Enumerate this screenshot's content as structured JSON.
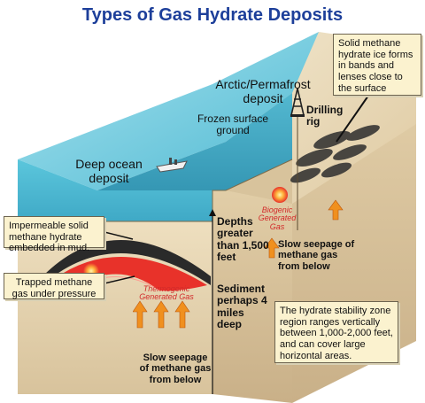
{
  "title": "Types of Gas Hydrate Deposits",
  "labels": {
    "arctic": "Arctic/Permafrost deposit",
    "frozen": "Frozen surface ground",
    "drilling": "Drilling rig",
    "deep_ocean": "Deep ocean deposit",
    "depths": "Depths greater than 1,500 feet",
    "sediment": "Sediment perhaps 4 miles deep",
    "slow_seepage_bottom": "Slow seepage of methane gas from below",
    "slow_seepage_right": "Slow seepage of methane gas from below",
    "biogenic": "Biogenic Generated Gas",
    "thermogenic": "Thermogenic Generated Gas"
  },
  "callouts": {
    "solid_methane": "Solid methane hydrate ice forms in bands and lenses close to the surface",
    "impermeable": "Impermeable solid methane hydrate embedded in mud.",
    "trapped": "Trapped methane gas under pressure",
    "stability": "The hydrate stability zone region ranges vertically between 1,000-2,000 feet, and can cover large horizontal areas."
  },
  "colors": {
    "title": "#1d3f9a",
    "water": "#5cc3d8",
    "sediment": "#e8d7b4",
    "hydrate_band": "#2a2a2a",
    "gas_red": "#e8322a",
    "callout_bg": "#fbf2cf"
  },
  "icons": [
    "drilling-rig-icon",
    "ship-icon",
    "seepage-arrow-icon",
    "gas-bubble-icon"
  ]
}
